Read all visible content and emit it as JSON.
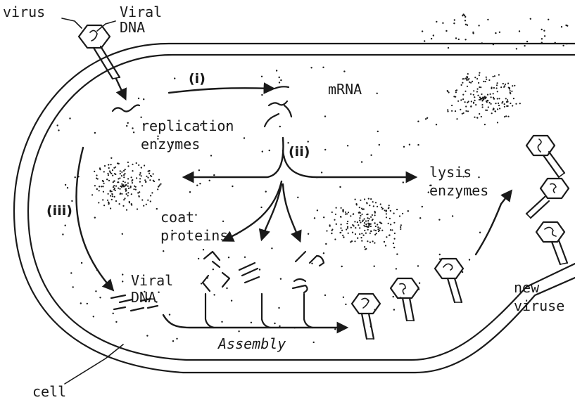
{
  "labels": {
    "virus": "virus",
    "viral_dna_top": "Viral\nDNA",
    "mrna": "mRNA",
    "replication_enzymes": "replication\nenzymes",
    "lysis_enzymes": "lysis\nenzymes",
    "coat_proteins": "coat\nproteins",
    "viral_dna_inside": "Viral\nDNA",
    "assembly": "Assembly",
    "new_viruses": "new\nviruse",
    "cell": "cell"
  },
  "steps": {
    "i": "(i)",
    "ii": "(ii)",
    "iii": "(iii)"
  },
  "colors": {
    "ink": "#1a1a1a",
    "background": "#ffffff"
  }
}
